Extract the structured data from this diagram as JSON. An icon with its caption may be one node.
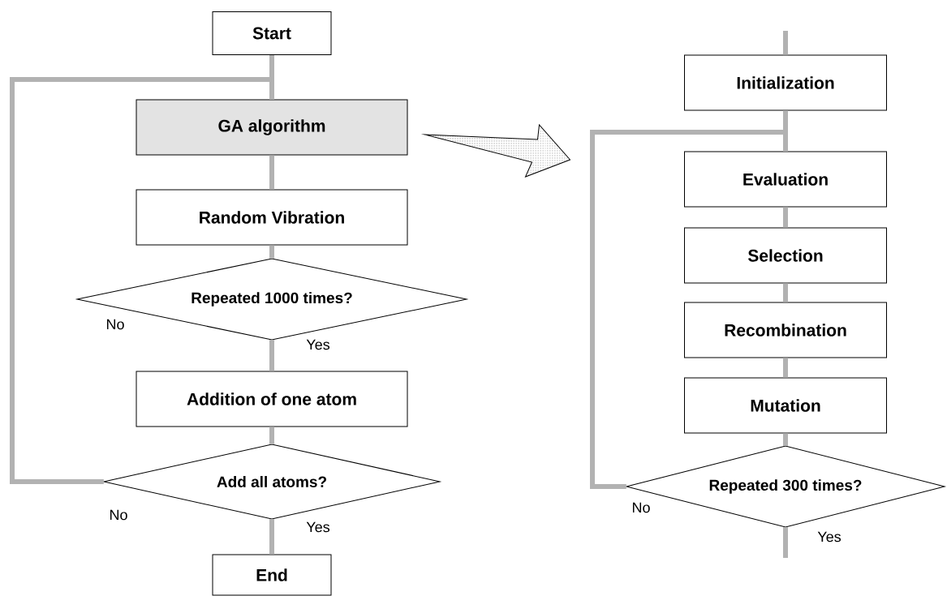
{
  "diagram": {
    "nodes": [
      {
        "text": [
          "Start"
        ]
      },
      {
        "text": [
          "GA algorithm"
        ]
      },
      {
        "text": [
          "Random Vibration"
        ]
      },
      {
        "text": [
          "Repeated 1000 times?"
        ]
      },
      {
        "text": [
          "Addition of one atom"
        ]
      },
      {
        "text": [
          "Add all atoms?"
        ]
      },
      {
        "text": [
          "End"
        ]
      },
      {
        "text": [
          "Initialization"
        ]
      },
      {
        "text": [
          "Evaluation"
        ]
      },
      {
        "text": [
          "Selection"
        ]
      },
      {
        "text": [
          "Recombination"
        ]
      },
      {
        "text": [
          "Mutation"
        ]
      },
      {
        "text": [
          "Repeated 300 times?"
        ]
      }
    ],
    "edges": [
      {
        "from": 0,
        "to": 1,
        "arrow": "none"
      },
      {
        "from": 1,
        "to": 2,
        "arrow": "none"
      },
      {
        "from": 2,
        "to": 3,
        "arrow": "none"
      },
      {
        "from": 3,
        "to": 4,
        "arrow": "none",
        "label": "Yes"
      },
      {
        "from": 4,
        "to": 5,
        "arrow": "none"
      },
      {
        "from": 5,
        "to": 6,
        "arrow": "none",
        "label": "Yes"
      },
      {
        "from": 5,
        "to": 1,
        "arrow": "none",
        "label": "No"
      },
      {
        "from": 1,
        "to": null,
        "arrow": "to",
        "style": "thick"
      },
      {
        "from": null,
        "to": 7,
        "arrow": "none"
      },
      {
        "from": 7,
        "to": 8,
        "arrow": "none"
      },
      {
        "from": 8,
        "to": 9,
        "arrow": "none"
      },
      {
        "from": 9,
        "to": 10,
        "arrow": "none"
      },
      {
        "from": 10,
        "to": 11,
        "arrow": "none"
      },
      {
        "from": 11,
        "to": 12,
        "arrow": "none"
      },
      {
        "from": 12,
        "to": 8,
        "arrow": "none",
        "label": "No"
      },
      {
        "from": 12,
        "to": null,
        "arrow": "none",
        "label": "Yes"
      }
    ],
    "labels": [
      "No"
    ]
  }
}
